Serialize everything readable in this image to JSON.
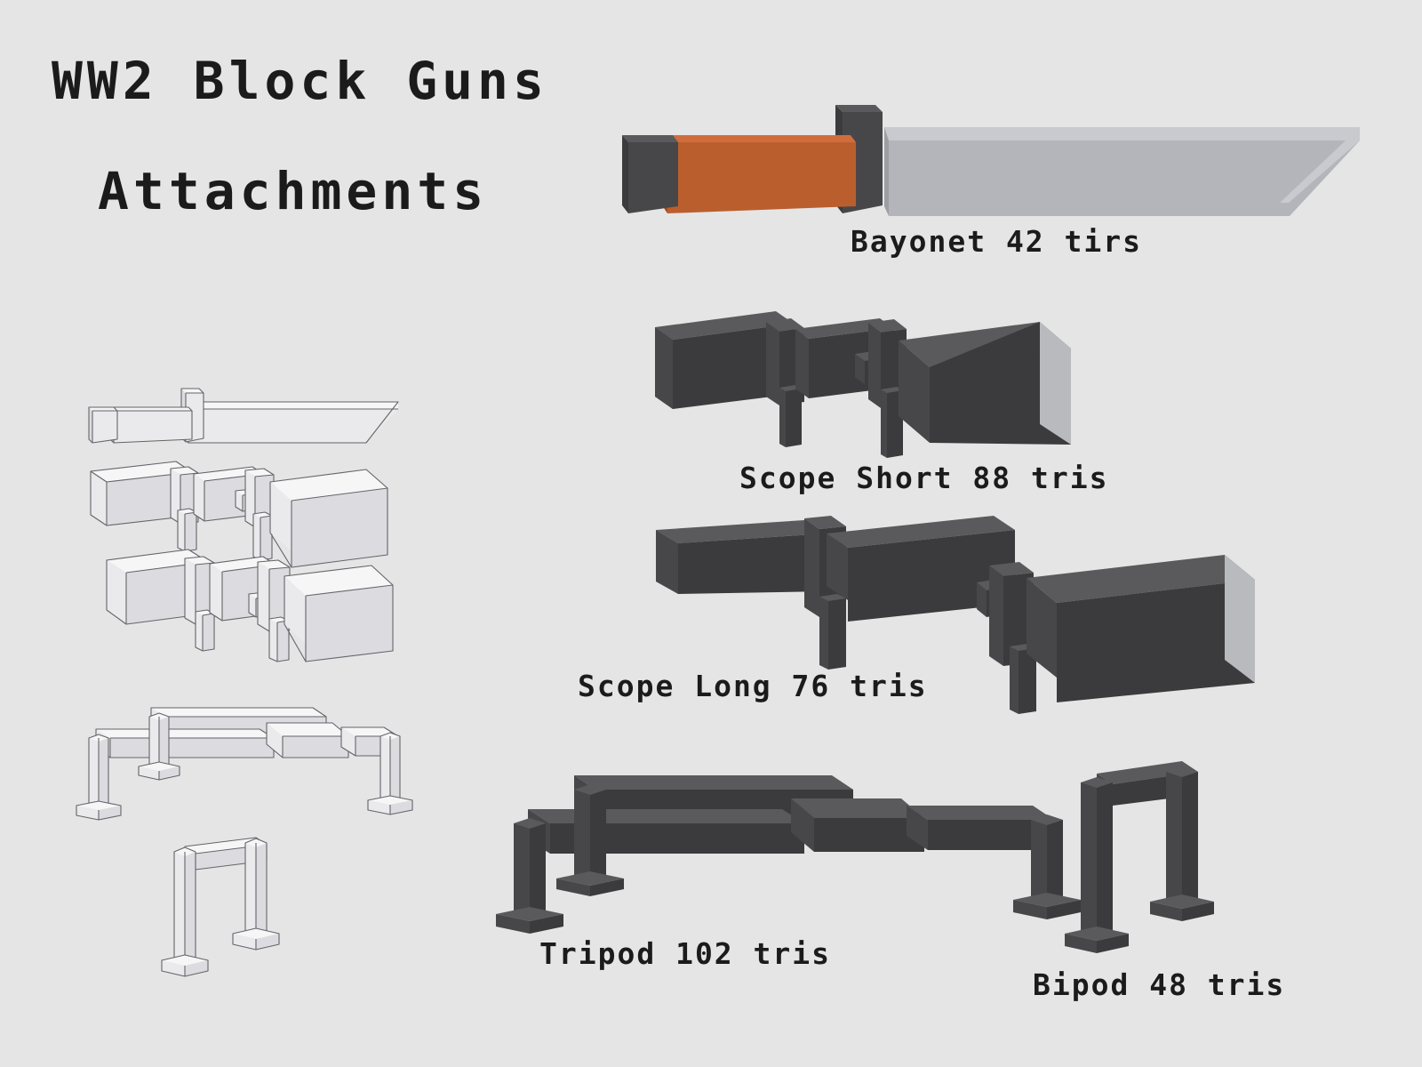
{
  "background_color": "#e5e5e5",
  "header": {
    "title_line1": "WW2 Block Guns",
    "title_line2": "Attachments"
  },
  "palette": {
    "background": "#e5e5e5",
    "dark_top": "#5a5a5c",
    "dark_front": "#474749",
    "dark_side": "#3b3b3d",
    "dark_end_light": "#b9babe",
    "blade_top": "#c9cace",
    "blade_front": "#b4b5ba",
    "blade_side": "#9d9ea3",
    "handle_top": "#cf6e3c",
    "handle_front": "#bb5e2e",
    "handle_side": "#9c4c23",
    "white_fill": "#f3f3f4",
    "white_shade": "#e3e3e5",
    "white_shade2": "#d6d6d9",
    "white_outline": "#5d5d62",
    "text": "#1b1b1b"
  },
  "items": [
    {
      "id": "bayonet",
      "label": "Bayonet 42 tirs",
      "name": "Bayonet",
      "tris": 42,
      "tris_text": "42 tirs"
    },
    {
      "id": "scope-short",
      "label": "Scope Short 88 tris",
      "name": "Scope Short",
      "tris": 88,
      "tris_text": "88 tris"
    },
    {
      "id": "scope-long",
      "label": "Scope Long 76 tris",
      "name": "Scope Long",
      "tris": 76,
      "tris_text": "76 tris"
    },
    {
      "id": "tripod",
      "label": "Tripod 102 tris",
      "name": "Tripod",
      "tris": 102,
      "tris_text": "102 tris"
    },
    {
      "id": "bipod",
      "label": "Bipod 48 tris",
      "name": "Bipod",
      "tris": 48,
      "tris_text": "48 tris"
    }
  ],
  "left_column": {
    "caption": "",
    "models": [
      "bayonet-wireframe",
      "scope-short-wireframe",
      "scope-long-wireframe",
      "tripod-wireframe",
      "bipod-wireframe"
    ]
  }
}
